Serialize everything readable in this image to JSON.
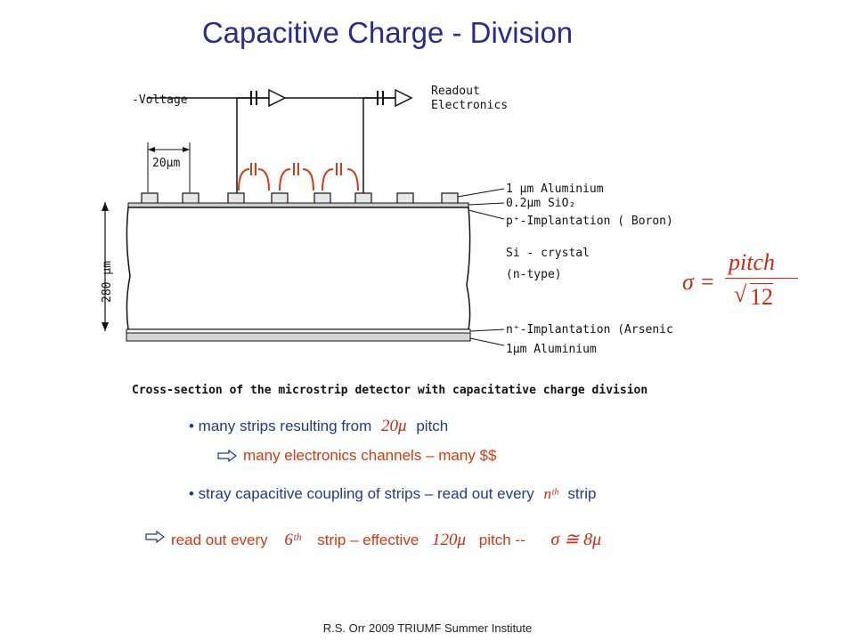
{
  "title": "Capacitive Charge - Division",
  "diagram": {
    "voltage_label": "-Voltage",
    "readout_label_1": "Readout",
    "readout_label_2": "Electronics",
    "strip_width_label": "20μm",
    "thickness_label": "280 μm",
    "layer_labels": [
      "1 μm Aluminium",
      "0.2μm SiO₂",
      "p⁺-Implantation  ( Boron)",
      "Si - crystal",
      "(n-type)",
      "n⁺-Implantation (Arsenic)",
      "1μm Aluminium"
    ],
    "caption": "Cross-section of the microstrip detector with capacitative charge division"
  },
  "formula": {
    "lhs": "σ =",
    "numerator": "pitch",
    "denominator": "12"
  },
  "bullets": {
    "b1_text_pre": "• many strips resulting from",
    "b1_math": "20μ",
    "b1_text_post": "pitch",
    "b1_sub": "many electronics channels – many $$",
    "b2_text_pre": "• stray capacitive coupling of strips – read out every",
    "b2_math": "nᵗʰ",
    "b2_text_post": "strip",
    "b3_text_1": "read out every",
    "b3_math_1": "6ᵗʰ",
    "b3_text_2": "strip – effective",
    "b3_math_2": "120μ",
    "b3_text_3": "pitch --",
    "b3_math_3": "σ ≅ 8μ"
  },
  "footer": "R.S. Orr 2009 TRIUMF Summer Institute",
  "colors": {
    "title": "#2b2b8f",
    "text": "#1f3a8a",
    "accent": "#d33a12"
  }
}
